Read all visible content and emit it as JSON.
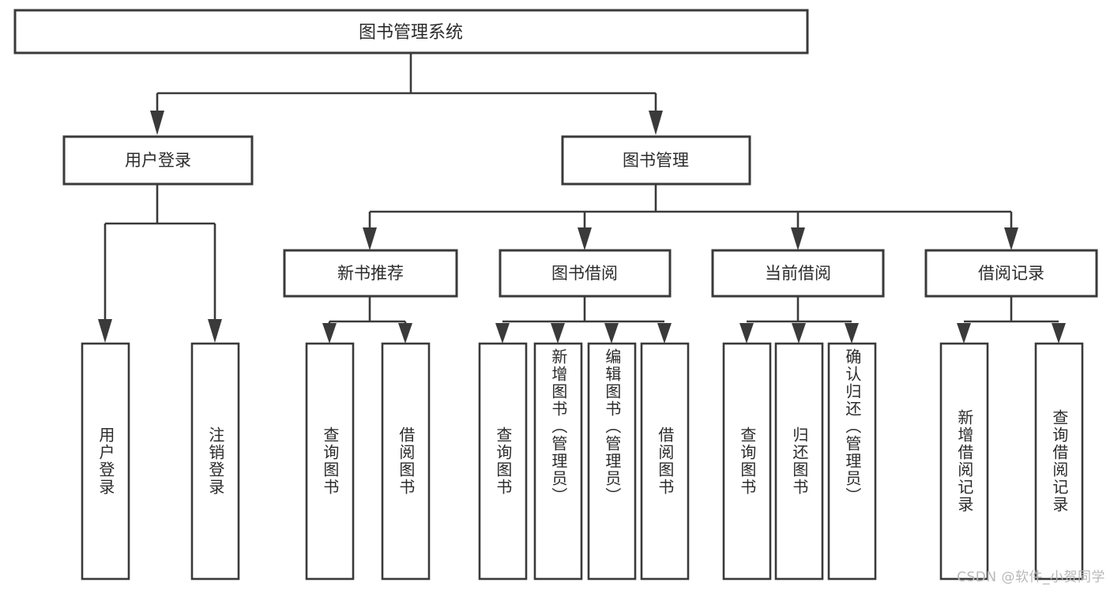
{
  "diagram": {
    "type": "tree-hierarchy-chart",
    "root": {
      "id": "root",
      "label": "图书管理系统"
    },
    "level2": [
      {
        "id": "user-login",
        "label": "用户登录"
      },
      {
        "id": "book-manage",
        "label": "图书管理"
      }
    ],
    "level3": [
      {
        "id": "new-book-recommend",
        "label": "新书推荐",
        "parent": "book-manage"
      },
      {
        "id": "book-borrow",
        "label": "图书借阅",
        "parent": "book-manage"
      },
      {
        "id": "current-borrow",
        "label": "当前借阅",
        "parent": "book-manage"
      },
      {
        "id": "borrow-record",
        "label": "借阅记录",
        "parent": "book-manage"
      }
    ],
    "leaves": [
      {
        "id": "leaf-user-login",
        "label": "用户登录",
        "parent": "user-login"
      },
      {
        "id": "leaf-logout",
        "label": "注销登录",
        "parent": "user-login"
      },
      {
        "id": "leaf-query-book-1",
        "label": "查询图书",
        "parent": "new-book-recommend"
      },
      {
        "id": "leaf-borrow-book-1",
        "label": "借阅图书",
        "parent": "new-book-recommend"
      },
      {
        "id": "leaf-query-book-2",
        "label": "查询图书",
        "parent": "book-borrow"
      },
      {
        "id": "leaf-add-book",
        "label": "新增图书（管理员）",
        "parent": "book-borrow"
      },
      {
        "id": "leaf-edit-book",
        "label": "编辑图书（管理员）",
        "parent": "book-borrow"
      },
      {
        "id": "leaf-borrow-book-2",
        "label": "借阅图书",
        "parent": "book-borrow"
      },
      {
        "id": "leaf-query-book-3",
        "label": "查询图书",
        "parent": "current-borrow"
      },
      {
        "id": "leaf-return-book",
        "label": "归还图书",
        "parent": "current-borrow"
      },
      {
        "id": "leaf-confirm-return",
        "label": "确认归还（管理员）",
        "parent": "current-borrow"
      },
      {
        "id": "leaf-add-record",
        "label": "新增借阅记录",
        "parent": "borrow-record"
      },
      {
        "id": "leaf-query-record",
        "label": "查询借阅记录",
        "parent": "borrow-record"
      }
    ],
    "colors": {
      "stroke": "#3a3a3a",
      "fill": "#ffffff",
      "text": "#2b2b2b",
      "watermark": "#b8b8b8"
    }
  },
  "watermark": {
    "text": "CSDN @软件_小贺同学"
  }
}
